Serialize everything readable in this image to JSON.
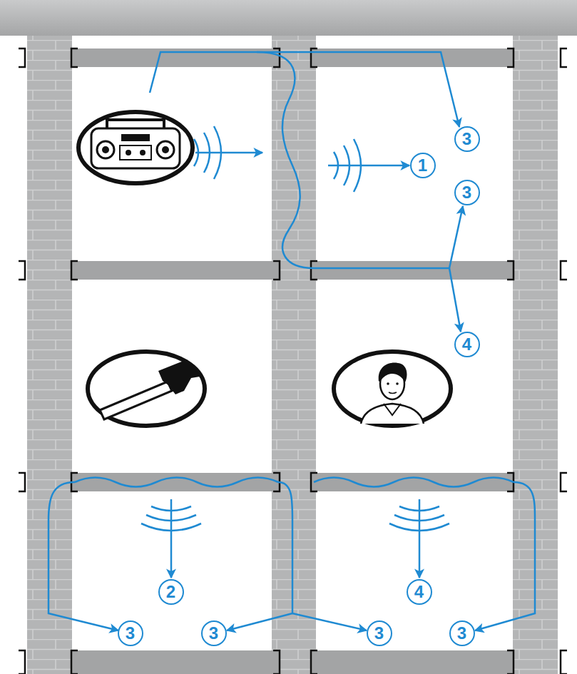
{
  "diagram": {
    "labels": [
      "3",
      "1",
      "3",
      "4",
      "2",
      "3",
      "3",
      "4",
      "3",
      "3"
    ]
  }
}
